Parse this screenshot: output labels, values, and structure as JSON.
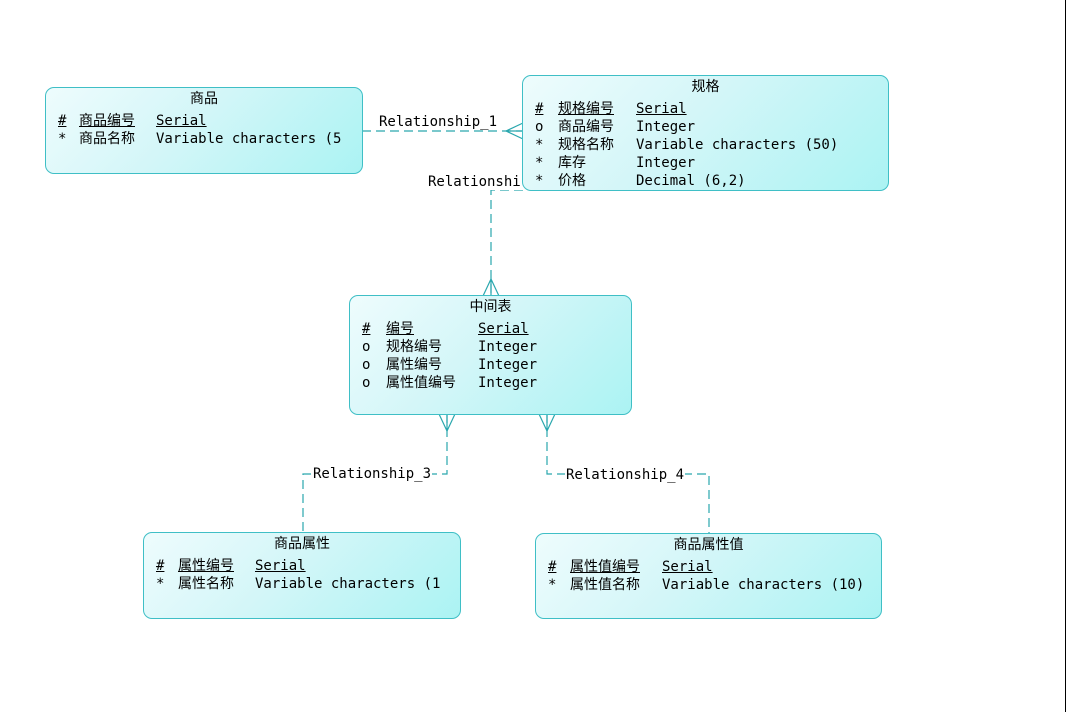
{
  "entities": {
    "goods": {
      "title": "商品",
      "attrs": [
        {
          "mark": "#",
          "name": "商品编号",
          "type": "Serial"
        },
        {
          "mark": "*",
          "name": "商品名称",
          "type": "Variable characters (5"
        }
      ]
    },
    "spec": {
      "title": "规格",
      "attrs": [
        {
          "mark": "#",
          "name": "规格编号",
          "type": "Serial"
        },
        {
          "mark": "o",
          "name": "商品编号",
          "type": "Integer"
        },
        {
          "mark": "*",
          "name": "规格名称",
          "type": "Variable characters (50)"
        },
        {
          "mark": "*",
          "name": "库存",
          "type": "Integer"
        },
        {
          "mark": "*",
          "name": "价格",
          "type": "Decimal (6,2)"
        }
      ]
    },
    "middle": {
      "title": "中间表",
      "attrs": [
        {
          "mark": "#",
          "name": "编号",
          "type": "Serial"
        },
        {
          "mark": "o",
          "name": "规格编号",
          "type": "Integer"
        },
        {
          "mark": "o",
          "name": "属性编号",
          "type": "Integer"
        },
        {
          "mark": "o",
          "name": "属性值编号",
          "type": "Integer"
        }
      ]
    },
    "attr": {
      "title": "商品属性",
      "attrs": [
        {
          "mark": "#",
          "name": "属性编号",
          "type": "Serial"
        },
        {
          "mark": "*",
          "name": "属性名称",
          "type": "Variable characters (1"
        }
      ]
    },
    "attrval": {
      "title": "商品属性值",
      "attrs": [
        {
          "mark": "#",
          "name": "属性值编号",
          "type": "Serial"
        },
        {
          "mark": "*",
          "name": "属性值名称",
          "type": "Variable characters (10)"
        }
      ]
    }
  },
  "relationships": {
    "r1": "Relationship_1",
    "r2": "Relationshi",
    "r3": "Relationship_3",
    "r4": "Relationship_4"
  },
  "colors": {
    "border": "#3fbfc6",
    "line": "#2aa7ae"
  }
}
